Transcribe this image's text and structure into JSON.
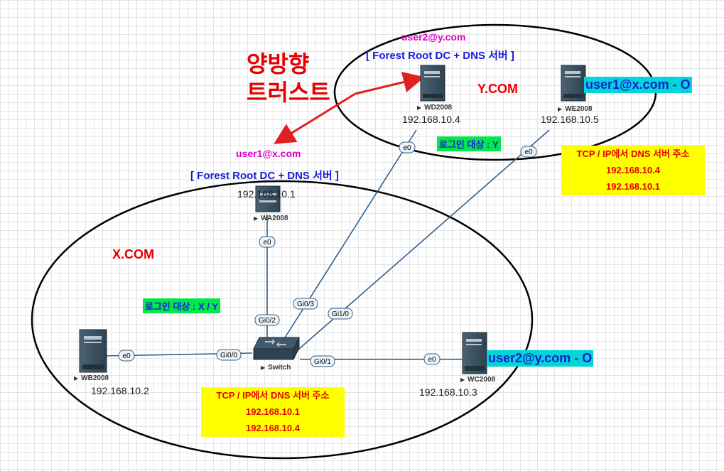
{
  "domains": {
    "y": {
      "name": "Y.COM",
      "admin_user": "user2@y.com",
      "role": "[ Forest Root DC + DNS 서버 ]",
      "login_target": "로그인 대상 : Y",
      "dns_box": {
        "title": "TCP / IP에서 DNS 서버 주소",
        "lines": [
          "192.168.10.4",
          "192.168.10.1"
        ]
      }
    },
    "x": {
      "name": "X.COM",
      "admin_user": "user1@x.com",
      "role": "[ Forest Root DC + DNS 서버 ]",
      "login_target": "로그인 대상 : X / Y",
      "dns_box": {
        "title": "TCP / IP에서 DNS 서버 주소",
        "lines": [
          "192.168.10.1",
          "192.168.10.4"
        ]
      }
    }
  },
  "trust_label": [
    "양방향",
    "트러스트"
  ],
  "devices": {
    "wd2008": {
      "name": "WD2008",
      "ip": "192.168.10.4",
      "port": "e0"
    },
    "we2008": {
      "name": "WE2008",
      "ip": "192.168.10.5",
      "port": "e0",
      "login_note": "user1@x.com - O"
    },
    "wa2008": {
      "name": "WA2008",
      "ip": "192.168.10.1",
      "port": "e0"
    },
    "wb2008": {
      "name": "WB2008",
      "ip": "192.168.10.2",
      "port": "e0"
    },
    "wc2008": {
      "name": "WC2008",
      "ip": "192.168.10.3",
      "port": "e0",
      "login_note": "user2@y.com - O"
    },
    "switch": {
      "name": "Switch",
      "ports": {
        "gi00": "Gi0/0",
        "gi01": "Gi0/1",
        "gi02": "Gi0/2",
        "gi03": "Gi0/3",
        "gi10": "Gi1/0"
      }
    }
  },
  "colors": {
    "link": "#2f5f8f",
    "arrow": "#e02020",
    "highlight_yellow": "#ffff00",
    "highlight_green": "#00e84a",
    "highlight_cyan": "#00d6d6"
  }
}
